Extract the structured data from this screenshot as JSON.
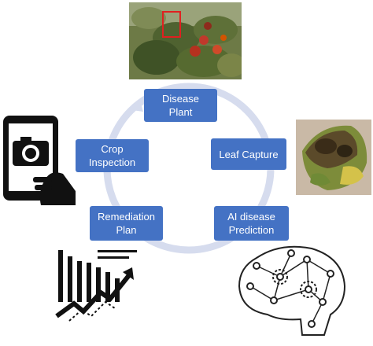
{
  "cycle": {
    "steps": [
      {
        "id": "disease-plant",
        "label": "Disease\nPlant"
      },
      {
        "id": "leaf-capture",
        "label": "Leaf Capture"
      },
      {
        "id": "ai-disease-prediction",
        "label": "AI disease\nPrediction"
      },
      {
        "id": "remediation-plan",
        "label": "Remediation\nPlan"
      },
      {
        "id": "crop-inspection",
        "label": "Crop\nInspection"
      }
    ],
    "ring_color": "#d6dcee",
    "box_color": "#4472c4",
    "text_color": "#ffffff"
  },
  "images": {
    "tomato_plant": "tomato-plant-photo",
    "diseased_leaf": "diseased-leaf-photo",
    "phone": "phone-camera-icon",
    "brain": "ai-brain-network-icon",
    "chart": "growth-chart-icon"
  }
}
